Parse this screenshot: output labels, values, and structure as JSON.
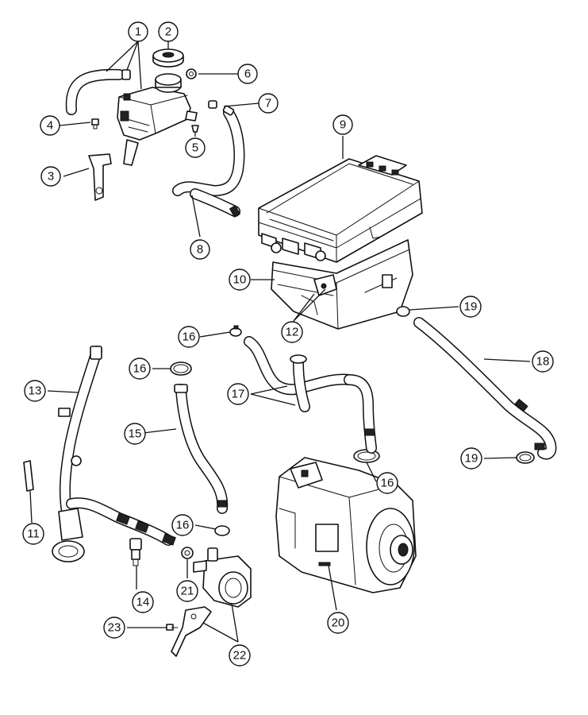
{
  "callouts": {
    "c1": "1",
    "c2": "2",
    "c3": "3",
    "c4": "4",
    "c5": "5",
    "c6": "6",
    "c7": "7",
    "c8": "8",
    "c9": "9",
    "c10": "10",
    "c11": "11",
    "c12": "12",
    "c13": "13",
    "c14": "14",
    "c15": "15",
    "c16a": "16",
    "c16b": "16",
    "c16c": "16",
    "c16d": "16",
    "c17": "17",
    "c18": "18",
    "c19a": "19",
    "c19b": "19",
    "c20": "20",
    "c21": "21",
    "c22": "22",
    "c23": "23"
  }
}
